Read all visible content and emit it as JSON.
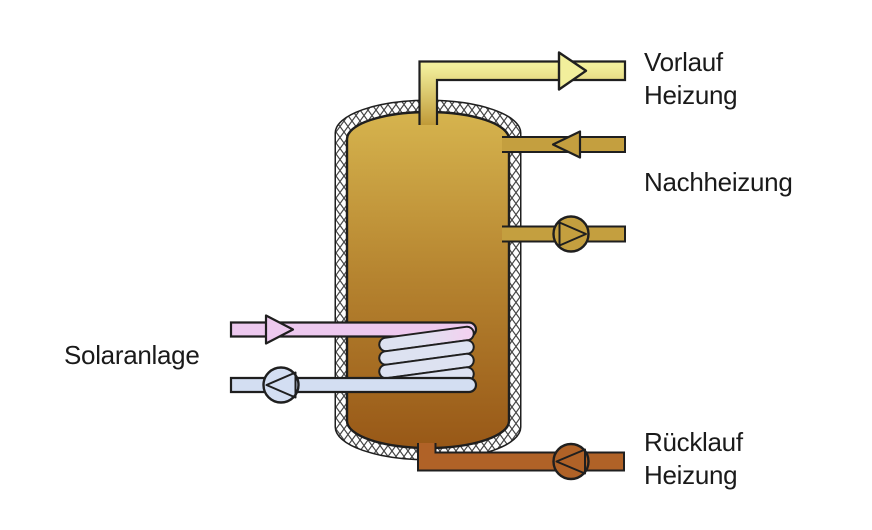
{
  "labels": {
    "vorlauf_heizung": "Vorlauf\nHeizung",
    "nachheizung": "Nachheizung",
    "solaranlage": "Solaranlage",
    "ruecklauf_heizung": "Rücklauf\nHeizung"
  },
  "colors": {
    "background": "#ffffff",
    "outline": "#1f1f1f",
    "tank_top": "#d6b44e",
    "tank_mid": "#b5832f",
    "tank_bottom": "#985817",
    "vorlauf_pipe": "#f2ef9c",
    "vorlauf_pipe_lower": "#c09a38",
    "nachheizung_pipe": "#c49f3f",
    "solar_flow_pipe": "#edc9ef",
    "solar_return_pipe": "#d3def2",
    "coil_tube": "#dde2f1",
    "coil_tube_top": "#f2d2f0",
    "ruecklauf_pipe": "#b06227",
    "insulation_hatch": "#454545",
    "label_text": "#1a1a1a"
  }
}
